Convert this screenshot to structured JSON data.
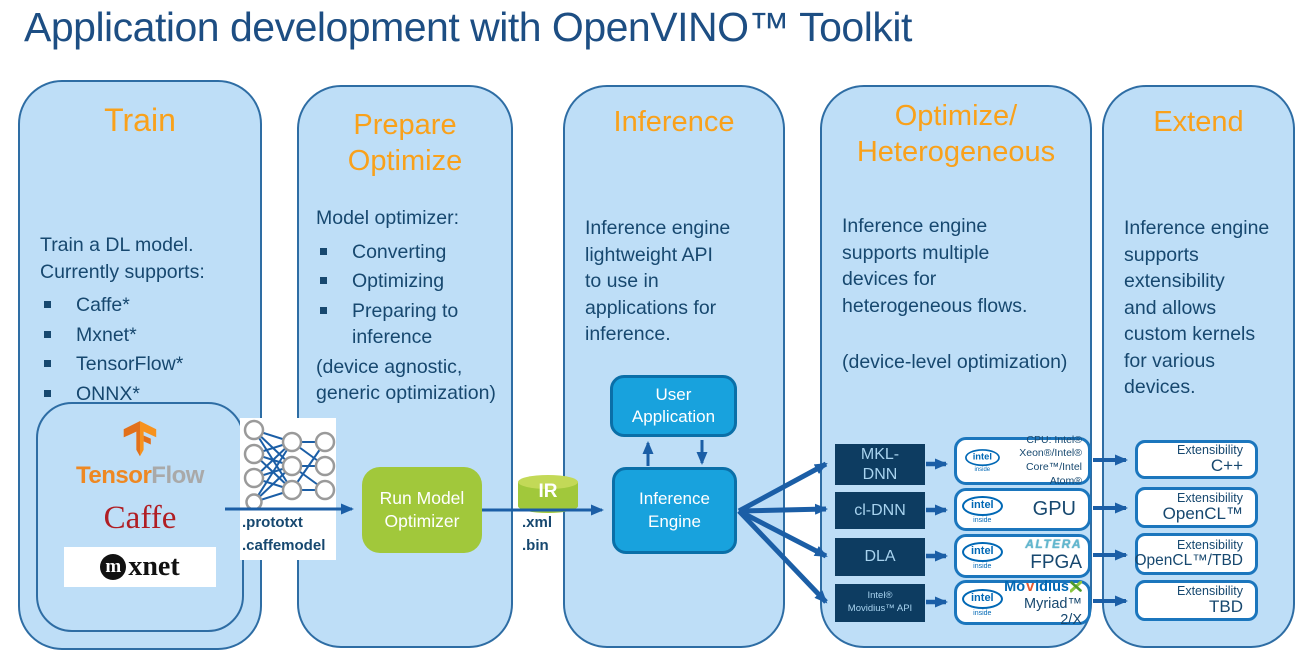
{
  "title": "Application development with OpenVINO™ Toolkit",
  "columns": [
    {
      "heading": "Train",
      "body": "Train a DL model.\nCurrently supports:",
      "bullets": [
        "Caffe*",
        "Mxnet*",
        "TensorFlow*",
        "ONNX*"
      ]
    },
    {
      "heading": "Prepare\nOptimize",
      "body": "Model optimizer:",
      "bullets": [
        "Converting",
        "Optimizing",
        "Preparing to inference"
      ],
      "footer": "(device agnostic,\ngeneric optimization)"
    },
    {
      "heading": "Inference",
      "body": "Inference engine\nlightweight API\nto use in\napplications for\n inference."
    },
    {
      "heading": "Optimize/\nHeterogeneous",
      "body": "Inference engine\nsupports multiple\ndevices for\nheterogeneous flows.",
      "footer": "(device-level optimization)"
    },
    {
      "heading": "Extend",
      "body": "Inference engine\nsupports\nextensibility\nand allows\ncustom kernels\nfor various\ndevices."
    }
  ],
  "train_logos": {
    "tensorflow_tensor": "Tensor",
    "tensorflow_flow": "Flow",
    "caffe": "Caffe",
    "mxnet_m": "m",
    "mxnet_rest": "xnet"
  },
  "flow": {
    "model_files": ".prototxt\n.caffemodel",
    "run_model_optimizer": "Run Model\nOptimizer",
    "ir": "IR",
    "ir_files": ".xml\n.bin",
    "user_application": "User\nApplication",
    "inference_engine": "Inference\nEngine"
  },
  "extensibility_label": "Extensibility",
  "rows": [
    {
      "api": "MKL-\nDNN",
      "device": "CPU: Intel®\nXeon®/Intel®\nCore™/Intel Atom®",
      "ext_target": "C++"
    },
    {
      "api": "cl-DNN",
      "device": "GPU",
      "ext_target": "OpenCL™"
    },
    {
      "api": "DLA",
      "brand": "ALTERA",
      "device": "FPGA",
      "ext_target": "OpenCL™/TBD"
    },
    {
      "api": "Intel®\nMovidius™ API",
      "brand_p1": "Mo",
      "brand_v": "v",
      "brand_p2": "idius",
      "device": "Myriad™ 2/X",
      "ext_target": "TBD"
    }
  ],
  "intel_logo": {
    "intel": "intel",
    "inside": "inside"
  },
  "icons": {
    "tensorflow": "tensorflow-icon",
    "neural_network": "neural-network-icon",
    "ir_cylinder": "database-cylinder-icon",
    "intel_inside": "intel-inside-logo",
    "movidius_swoosh": "movidius-leaf-icon",
    "arrows": "flow-arrow"
  },
  "colors": {
    "accent_orange": "#F9A11B",
    "navy_text": "#17486F",
    "title_blue": "#1D4E83",
    "column_fill": "#BEDEF7",
    "column_border": "#2E6DA4",
    "engine_box_fill": "#18A2DD",
    "engine_box_border": "#0A6FA8",
    "dark_api_box": "#0D3C61",
    "green": "#A1C83B",
    "arrow_blue": "#1B5EA6",
    "intel_blue": "#0068B5",
    "caffe_red": "#B01E24",
    "tf_orange": "#EE8822"
  }
}
